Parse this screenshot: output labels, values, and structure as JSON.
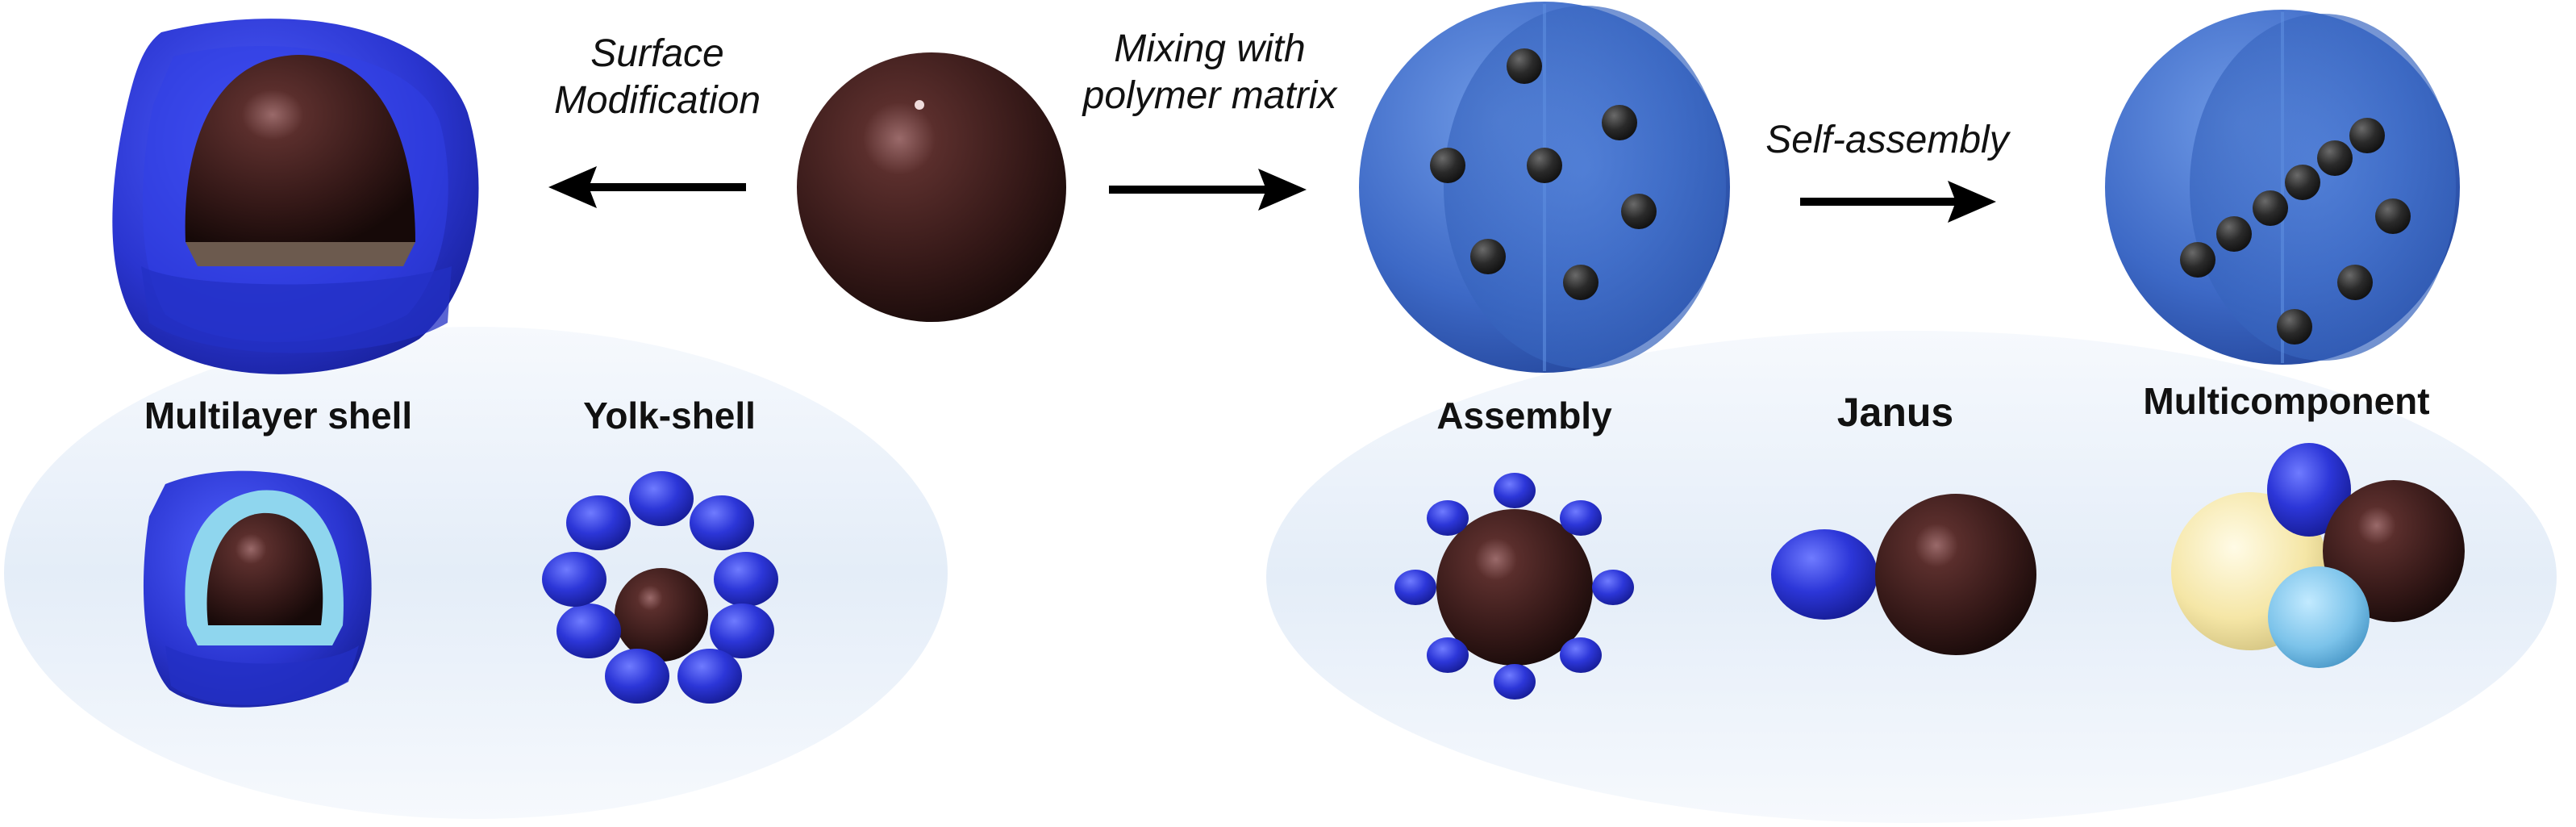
{
  "arrows": {
    "surface_modification": {
      "line1": "Surface",
      "line2": "Modification"
    },
    "mixing": {
      "line1": "Mixing with",
      "line2": "polymer matrix"
    },
    "self_assembly": "Self-assembly"
  },
  "labels": {
    "multilayer_shell": "Multilayer shell",
    "yolk_shell": "Yolk-shell",
    "assembly": "Assembly",
    "janus": "Janus",
    "multicomponent": "Multicomponent"
  },
  "colors": {
    "core_brown": "#3a1c1a",
    "shell_blue": "#2b3bd6",
    "matrix_blue": "#3f6fc8",
    "light_cyan": "#8fd6ee",
    "cream": "#f5e6a6",
    "sky_blue": "#7cc3ea",
    "ellipse_bg": "#e6eef8"
  }
}
